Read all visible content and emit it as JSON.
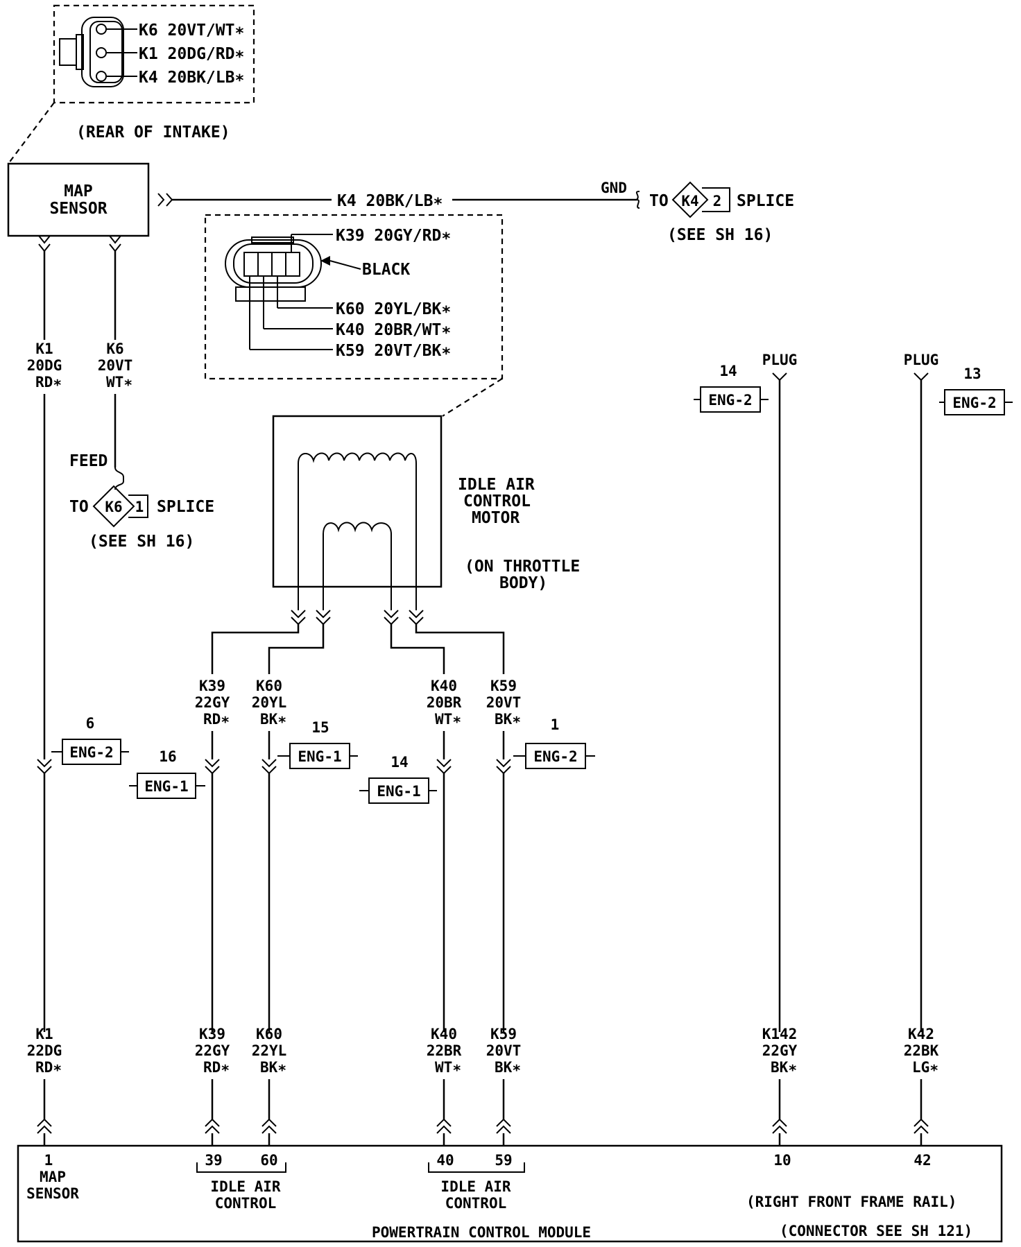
{
  "colors": {
    "ink": "#000000",
    "paper": "#ffffff"
  },
  "map_connector": {
    "pins": [
      "K6 20VT/WT∗",
      "K1 20DG/RD∗",
      "K4 20BK/LB∗"
    ],
    "location": "(REAR OF INTAKE)"
  },
  "map_sensor": {
    "line1": "MAP",
    "line2": "SENSOR"
  },
  "ground_wire": {
    "label": "K4 20BK/LB∗",
    "gnd": "GND",
    "to": "TO",
    "splice_id": "K4",
    "splice_num": "2",
    "splice_word": "SPLICE",
    "see": "(SEE SH 16)"
  },
  "iac_connector": {
    "pins": [
      "K39 20GY/RD∗",
      "K60 20YL/BK∗",
      "K40 20BR/WT∗",
      "K59 20VT/BK∗"
    ],
    "color": "BLACK"
  },
  "map_upper_wires": {
    "k1": [
      "K1",
      "20DG",
      "RD∗"
    ],
    "k6": [
      "K6",
      "20VT",
      "WT∗"
    ]
  },
  "feed": {
    "label": "FEED",
    "to": "TO",
    "splice_id": "K6",
    "splice_num": "1",
    "splice_word": "SPLICE",
    "see": "(SEE SH 16)"
  },
  "iac_motor": {
    "lines": [
      "IDLE AIR",
      "CONTROL",
      "MOTOR"
    ],
    "location": [
      "(ON THROTTLE",
      "BODY)"
    ]
  },
  "iac_upper_wires": [
    [
      "K39",
      "22GY",
      "RD∗"
    ],
    [
      "K60",
      "20YL",
      "BK∗"
    ],
    [
      "K40",
      "20BR",
      "WT∗"
    ],
    [
      "K59",
      "20VT",
      "BK∗"
    ]
  ],
  "inline_connectors": [
    {
      "num": "6",
      "name": "ENG-2"
    },
    {
      "num": "16",
      "name": "ENG-1"
    },
    {
      "num": "15",
      "name": "ENG-1"
    },
    {
      "num": "14",
      "name": "ENG-1"
    },
    {
      "num": "1",
      "name": "ENG-2"
    },
    {
      "num": "14",
      "name": "ENG-2"
    },
    {
      "num": "13",
      "name": "ENG-2"
    }
  ],
  "plugs": [
    "PLUG",
    "PLUG"
  ],
  "pcm_wires": [
    [
      "K1",
      "22DG",
      "RD∗"
    ],
    [
      "K39",
      "22GY",
      "RD∗"
    ],
    [
      "K60",
      "22YL",
      "BK∗"
    ],
    [
      "K40",
      "22BR",
      "WT∗"
    ],
    [
      "K59",
      "20VT",
      "BK∗"
    ],
    [
      "K142",
      "22GY",
      "BK∗"
    ],
    [
      "K42",
      "22BK",
      "LG∗"
    ]
  ],
  "pcm": {
    "pins": [
      "1",
      "39",
      "60",
      "40",
      "59",
      "10",
      "42"
    ],
    "map_label": [
      "MAP",
      "SENSOR"
    ],
    "iac_group1": [
      "IDLE AIR",
      "CONTROL"
    ],
    "iac_group2": [
      "IDLE AIR",
      "CONTROL"
    ],
    "location": "(RIGHT FRONT FRAME RAIL)",
    "connector_note": "(CONNECTOR SEE SH 121)",
    "name": "POWERTRAIN CONTROL MODULE"
  }
}
